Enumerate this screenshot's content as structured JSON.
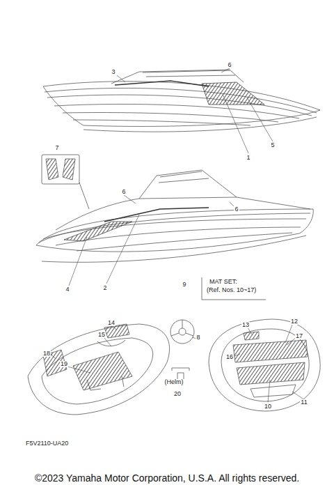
{
  "diagram": {
    "caption": "©2023 Yamaha Motor Corporation, U.S.A. All rights reserved.",
    "labels": [
      "3",
      "6",
      "1",
      "5",
      "7",
      "6",
      "6",
      "4",
      "2",
      "9",
      "MAT SET:",
      "(Ref. Nos. 10~17)",
      "14",
      "15",
      "18",
      "19",
      "8",
      "(Helm)",
      "20",
      "13",
      "12",
      "17",
      "16",
      "10",
      "11",
      "F5V2110-UA20"
    ]
  }
}
